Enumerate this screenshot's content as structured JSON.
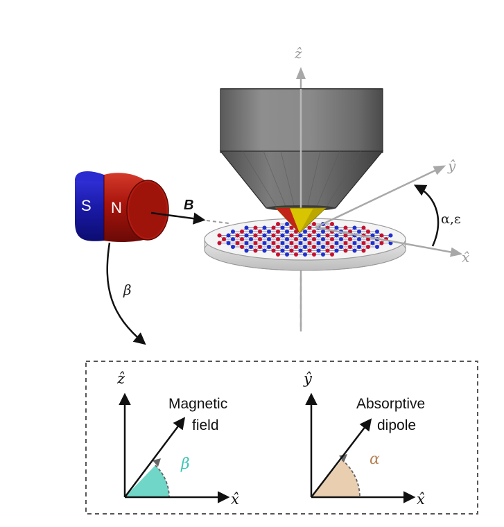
{
  "scene": {
    "axes": {
      "z": "ẑ",
      "y": "ŷ",
      "x": "x̂"
    },
    "magnet": {
      "south": "S",
      "north": "N",
      "field": "B"
    },
    "rotation_label": "α,ε",
    "beta_label": "β"
  },
  "inset": {
    "left": {
      "vertical_axis": "ẑ",
      "horizontal_axis": "x̂",
      "title_line1": "Magnetic",
      "title_line2": "field",
      "angle": "β"
    },
    "right": {
      "vertical_axis": "ŷ",
      "horizontal_axis": "x̂",
      "title_line1": "Absorptive",
      "title_line2": "dipole",
      "angle": "α"
    }
  },
  "colors": {
    "atom_red": "#c8102e",
    "atom_blue": "#1f2fd0",
    "magnet_red": "#a8140c",
    "magnet_blue": "#1a1aa8",
    "beta_fill": "#6fd6c8",
    "alpha_fill": "#e9cfb0",
    "tip_gold": "#c9b400",
    "axis_gray": "#a8a8a8"
  }
}
